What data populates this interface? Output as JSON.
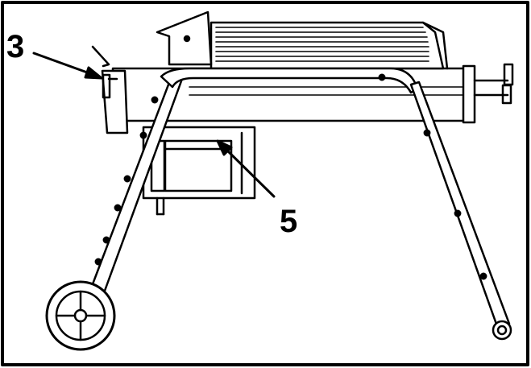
{
  "diagram": {
    "callouts": [
      {
        "id": "callout-3",
        "label": "3"
      },
      {
        "id": "callout-5",
        "label": "5"
      }
    ],
    "colors": {
      "line": "#000000",
      "background": "#ffffff"
    }
  }
}
